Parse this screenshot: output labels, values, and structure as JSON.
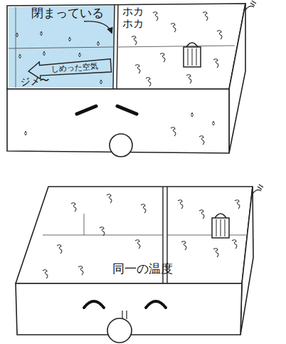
{
  "diagram": {
    "nodes": [
      {
        "text": [
          "しめった空気"
        ]
      }
    ],
    "labels": [
      "閉まっている",
      "ホカ ホカ",
      "ジメ〜",
      "同一の温度"
    ]
  }
}
